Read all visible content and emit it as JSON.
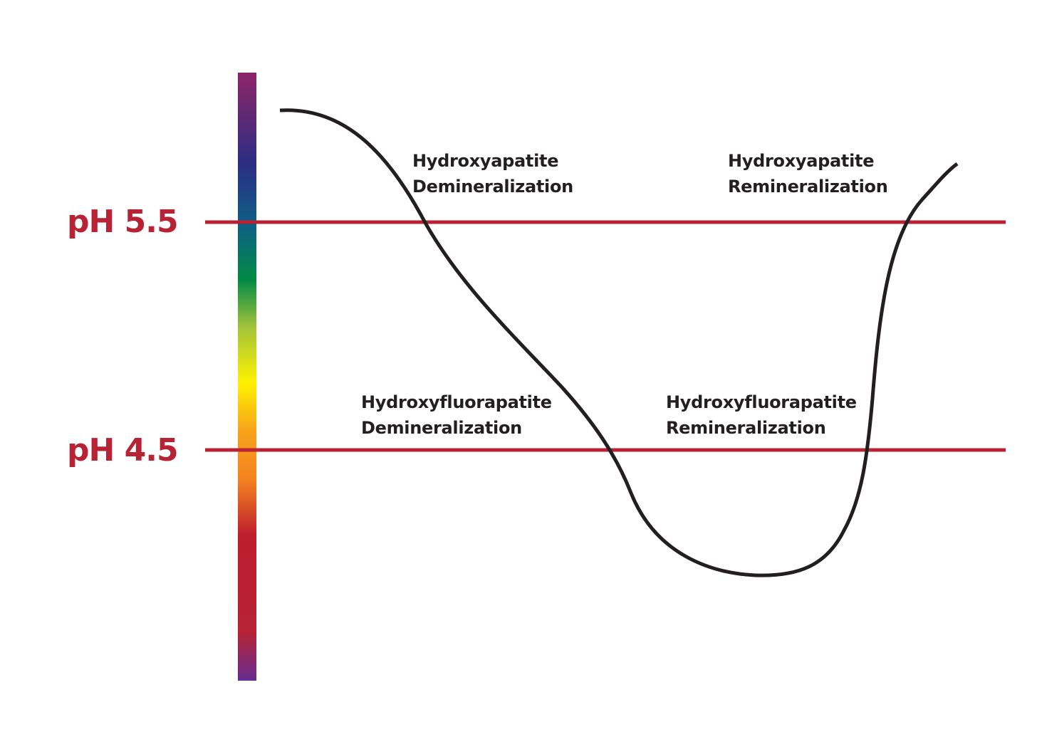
{
  "colors": {
    "threshold_line": "#b72234",
    "threshold_label": "#b72234",
    "curve": "#231f20",
    "text": "#231f20",
    "scale_gradient": [
      "#8e2468",
      "#2b2d82",
      "#0e5f86",
      "#008a45",
      "#e3e414",
      "#fff200",
      "#f7931e",
      "#f5821f",
      "#be1e2d",
      "#b72234",
      "#662d91"
    ]
  },
  "thresholds": [
    {
      "label": "pH 5.5"
    },
    {
      "label": "pH 4.5"
    }
  ],
  "zones": [
    {
      "line1": "Hydroxyapatite",
      "line2": "Demineralization"
    },
    {
      "line1": "Hydroxyapatite",
      "line2": "Remineralization"
    },
    {
      "line1": "Hydroxyfluorapatite",
      "line2": "Demineralization"
    },
    {
      "line1": "Hydroxyfluorapatite",
      "line2": "Remineralization"
    }
  ]
}
